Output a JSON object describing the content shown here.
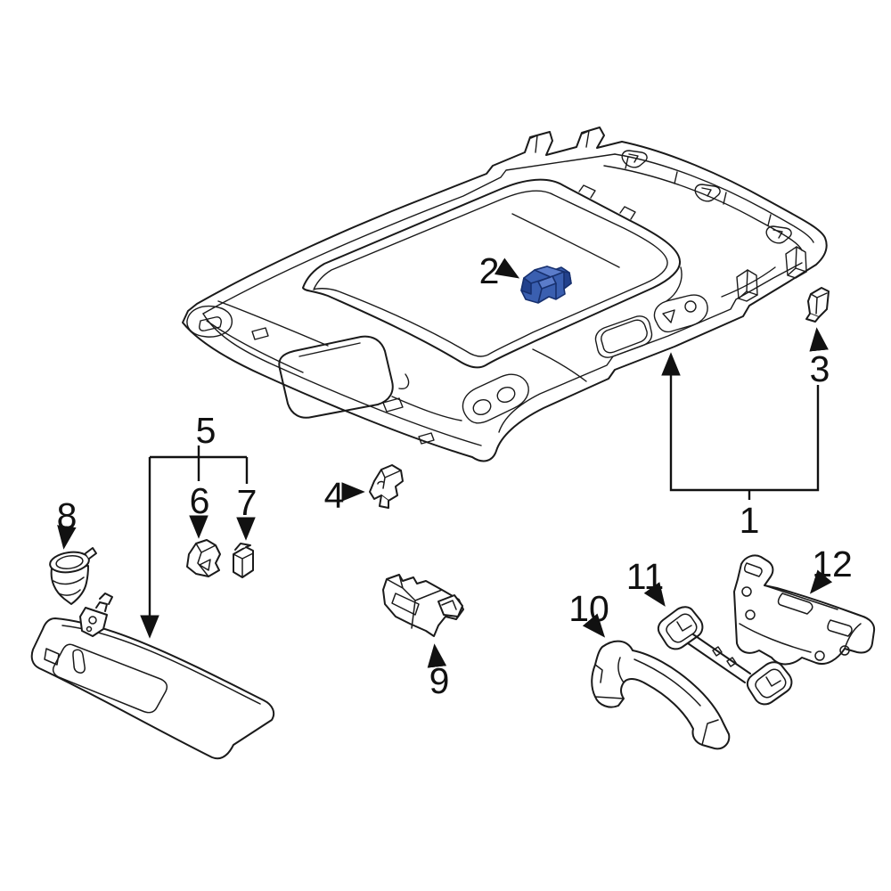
{
  "diagram": {
    "kind": "vehicle-headliner-parts-diagram",
    "background_color": "#ffffff",
    "line_color": "#1a1a1a",
    "highlight": {
      "highlighted_part_number": "2",
      "fill": "#3a5fb0",
      "dark": "#22418c",
      "darker": "#17306e",
      "light": "#5b7cca"
    },
    "callouts": [
      {
        "number": "1",
        "target": "headliner-assembly"
      },
      {
        "number": "2",
        "target": "highlighted-retainer-clip"
      },
      {
        "number": "3",
        "target": "corner-clip"
      },
      {
        "number": "4",
        "target": "retainer-clip"
      },
      {
        "number": "5",
        "target": "sun-visor-group"
      },
      {
        "number": "6",
        "target": "visor-clip"
      },
      {
        "number": "7",
        "target": "visor-retainer"
      },
      {
        "number": "8",
        "target": "cone-retainer"
      },
      {
        "number": "9",
        "target": "overhead-bracket"
      },
      {
        "number": "10",
        "target": "grab-handle"
      },
      {
        "number": "11",
        "target": "grab-handle-bracket"
      },
      {
        "number": "12",
        "target": "roof-mounting-bracket"
      }
    ]
  }
}
